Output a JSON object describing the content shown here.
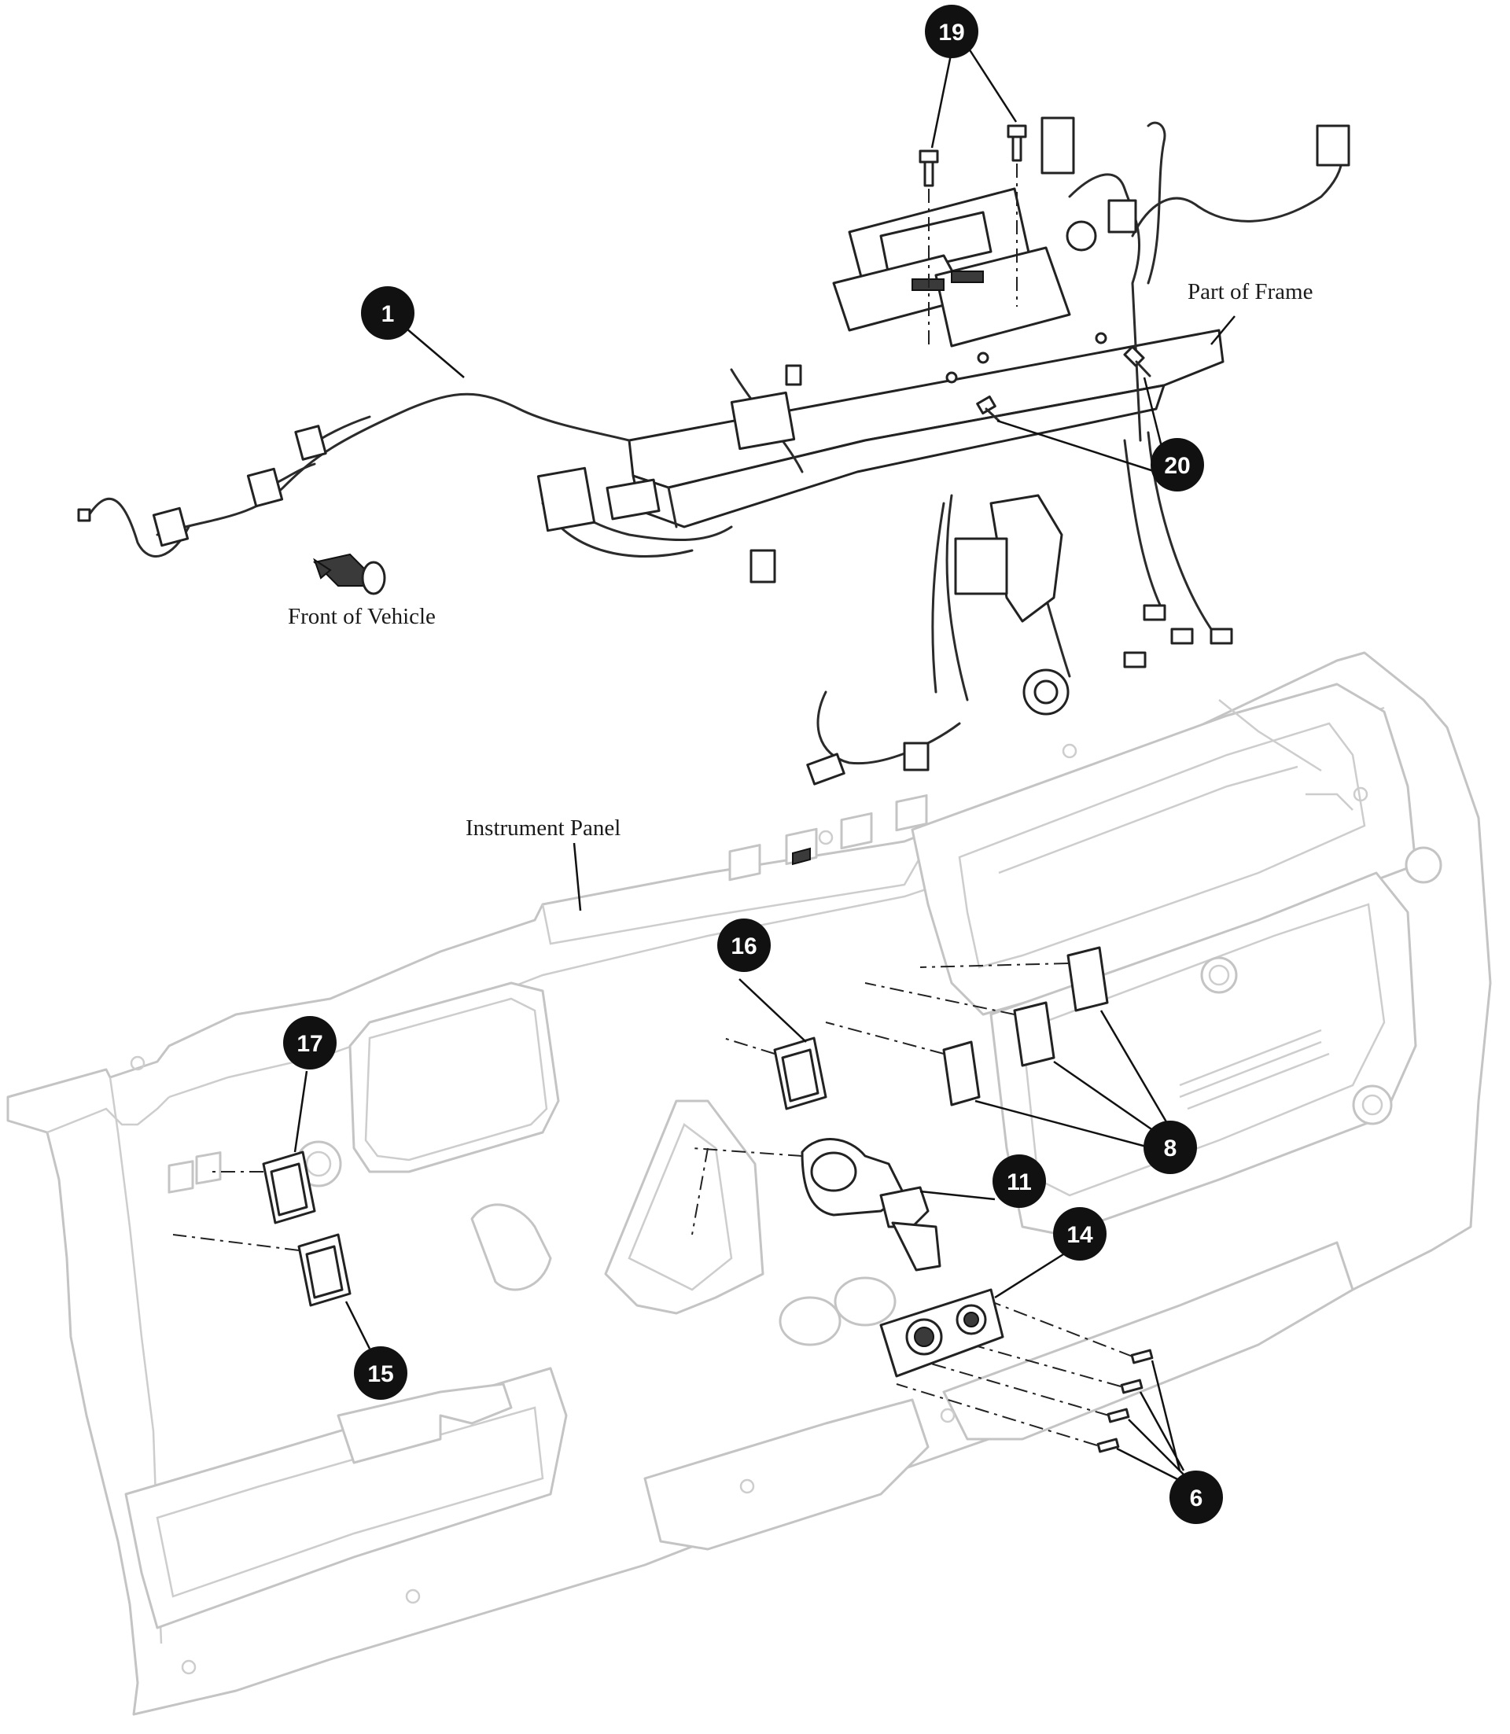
{
  "labels": {
    "part_of_frame": "Part of Frame",
    "front_of_vehicle": "Front of Vehicle",
    "instrument_panel": "Instrument Panel"
  },
  "callouts": {
    "c1": "1",
    "c6": "6",
    "c8": "8",
    "c11": "11",
    "c14": "14",
    "c15": "15",
    "c16": "16",
    "c17": "17",
    "c19": "19",
    "c20": "20"
  },
  "colors": {
    "callout_fill": "#111111",
    "panel_line": "#c4c4c4",
    "part_line": "#222222"
  }
}
